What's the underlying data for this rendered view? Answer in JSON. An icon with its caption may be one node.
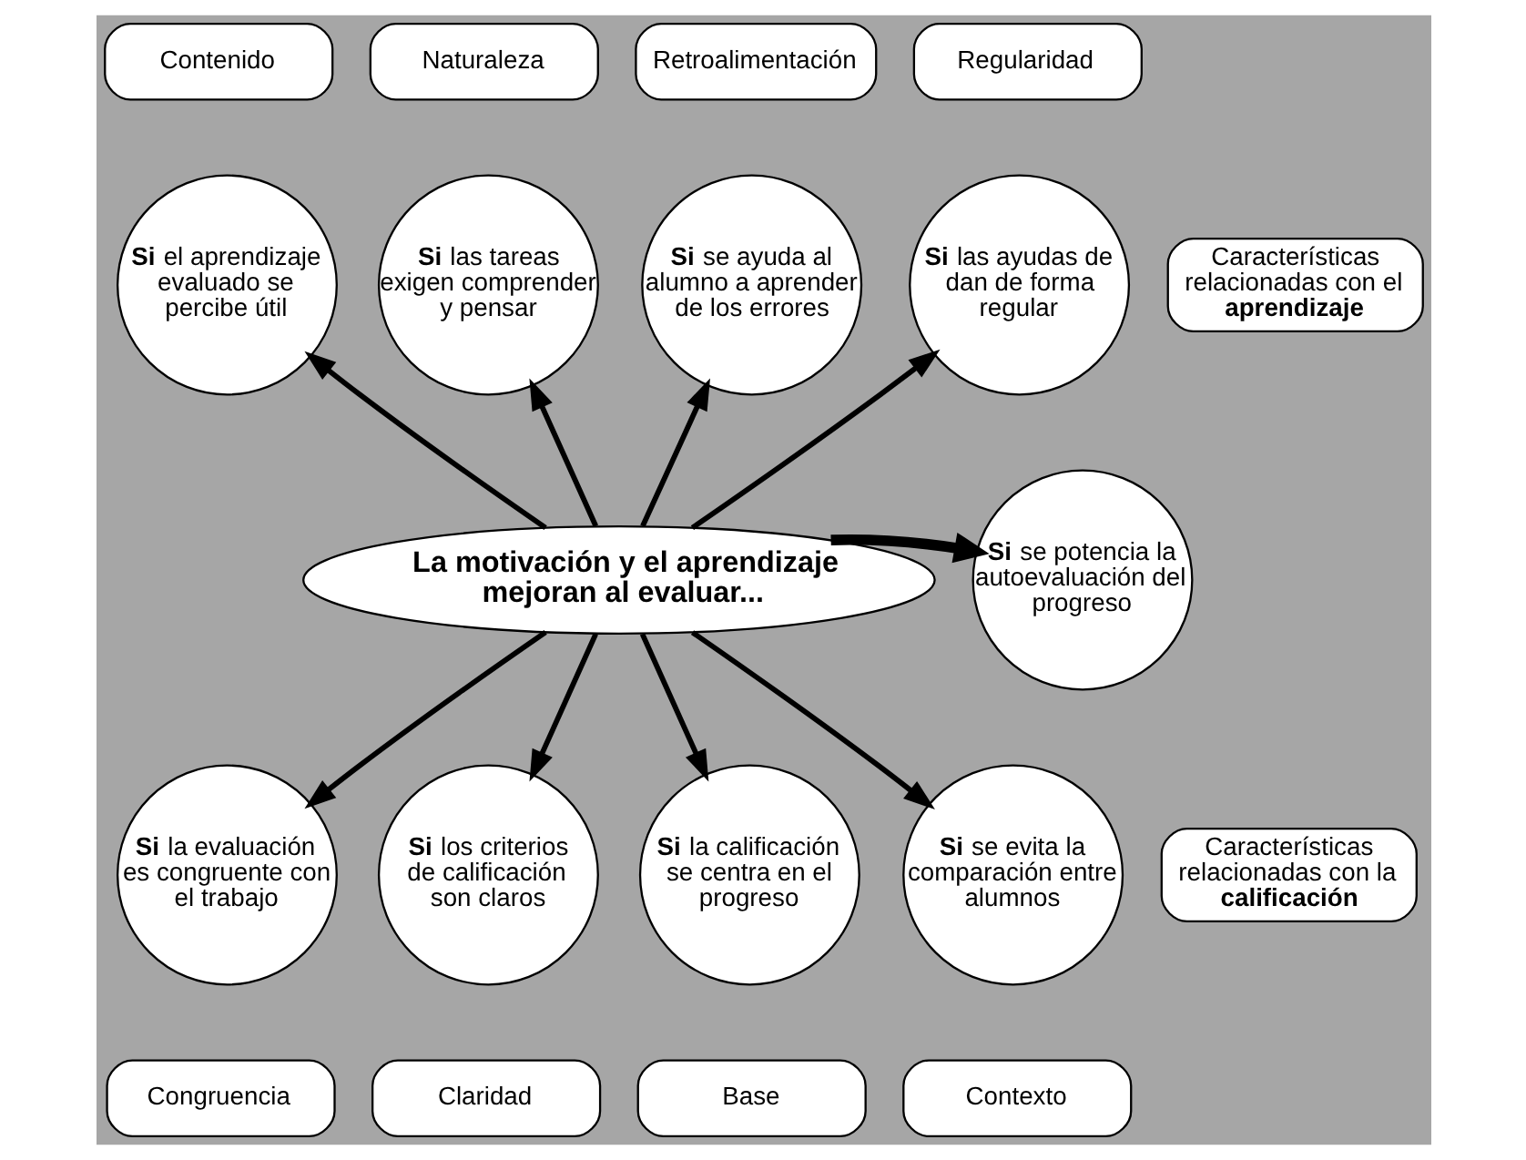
{
  "diagram": {
    "nodes": [
      {
        "text": [
          "Contenido"
        ]
      },
      {
        "text": [
          "Naturaleza"
        ]
      },
      {
        "text": [
          "Retroalimentación"
        ]
      },
      {
        "text": [
          "Regularidad"
        ]
      },
      {
        "text": [
          "**Si** el aprendizaje evaluado se percibe útil"
        ]
      },
      {
        "text": [
          "**Si** las tareas exigen comprender y pensar"
        ]
      },
      {
        "text": [
          "**Si** se ayuda al alumno a aprender de los errores"
        ]
      },
      {
        "text": [
          "**Si** las ayudas de dan de forma regular"
        ]
      },
      {
        "text": [
          "Características relacionadas con el **aprendizaje**"
        ]
      },
      {
        "text": [
          "La motivación y el aprendizaje mejoran al evaluar..."
        ]
      },
      {
        "text": [
          "**Si** se potencia la autoevaluación del progreso"
        ]
      },
      {
        "text": [
          "**Si** la evaluación es congruente con el trabajo"
        ]
      },
      {
        "text": [
          "**Si** los criterios de calificación son claros"
        ]
      },
      {
        "text": [
          "**Si** la calificación se centra en el progreso"
        ]
      },
      {
        "text": [
          "**Si** se evita la comparación entre alumnos"
        ]
      },
      {
        "text": [
          "Características relacionadas con la **calificación**"
        ]
      },
      {
        "text": [
          "Congruencia"
        ]
      },
      {
        "text": [
          "Claridad"
        ]
      },
      {
        "text": [
          "Base"
        ]
      },
      {
        "text": [
          "Contexto"
        ]
      }
    ],
    "edges": [
      {
        "from": 9,
        "to": 4,
        "arrow": "to"
      },
      {
        "from": 9,
        "to": 5,
        "arrow": "to"
      },
      {
        "from": 9,
        "to": 6,
        "arrow": "to"
      },
      {
        "from": 9,
        "to": 7,
        "arrow": "to"
      },
      {
        "from": 9,
        "to": 10,
        "arrow": "to",
        "style": "thick"
      },
      {
        "from": 9,
        "to": 11,
        "arrow": "to"
      },
      {
        "from": 9,
        "to": 12,
        "arrow": "to"
      },
      {
        "from": 9,
        "to": 13,
        "arrow": "to"
      },
      {
        "from": 9,
        "to": 14,
        "arrow": "to"
      }
    ]
  }
}
